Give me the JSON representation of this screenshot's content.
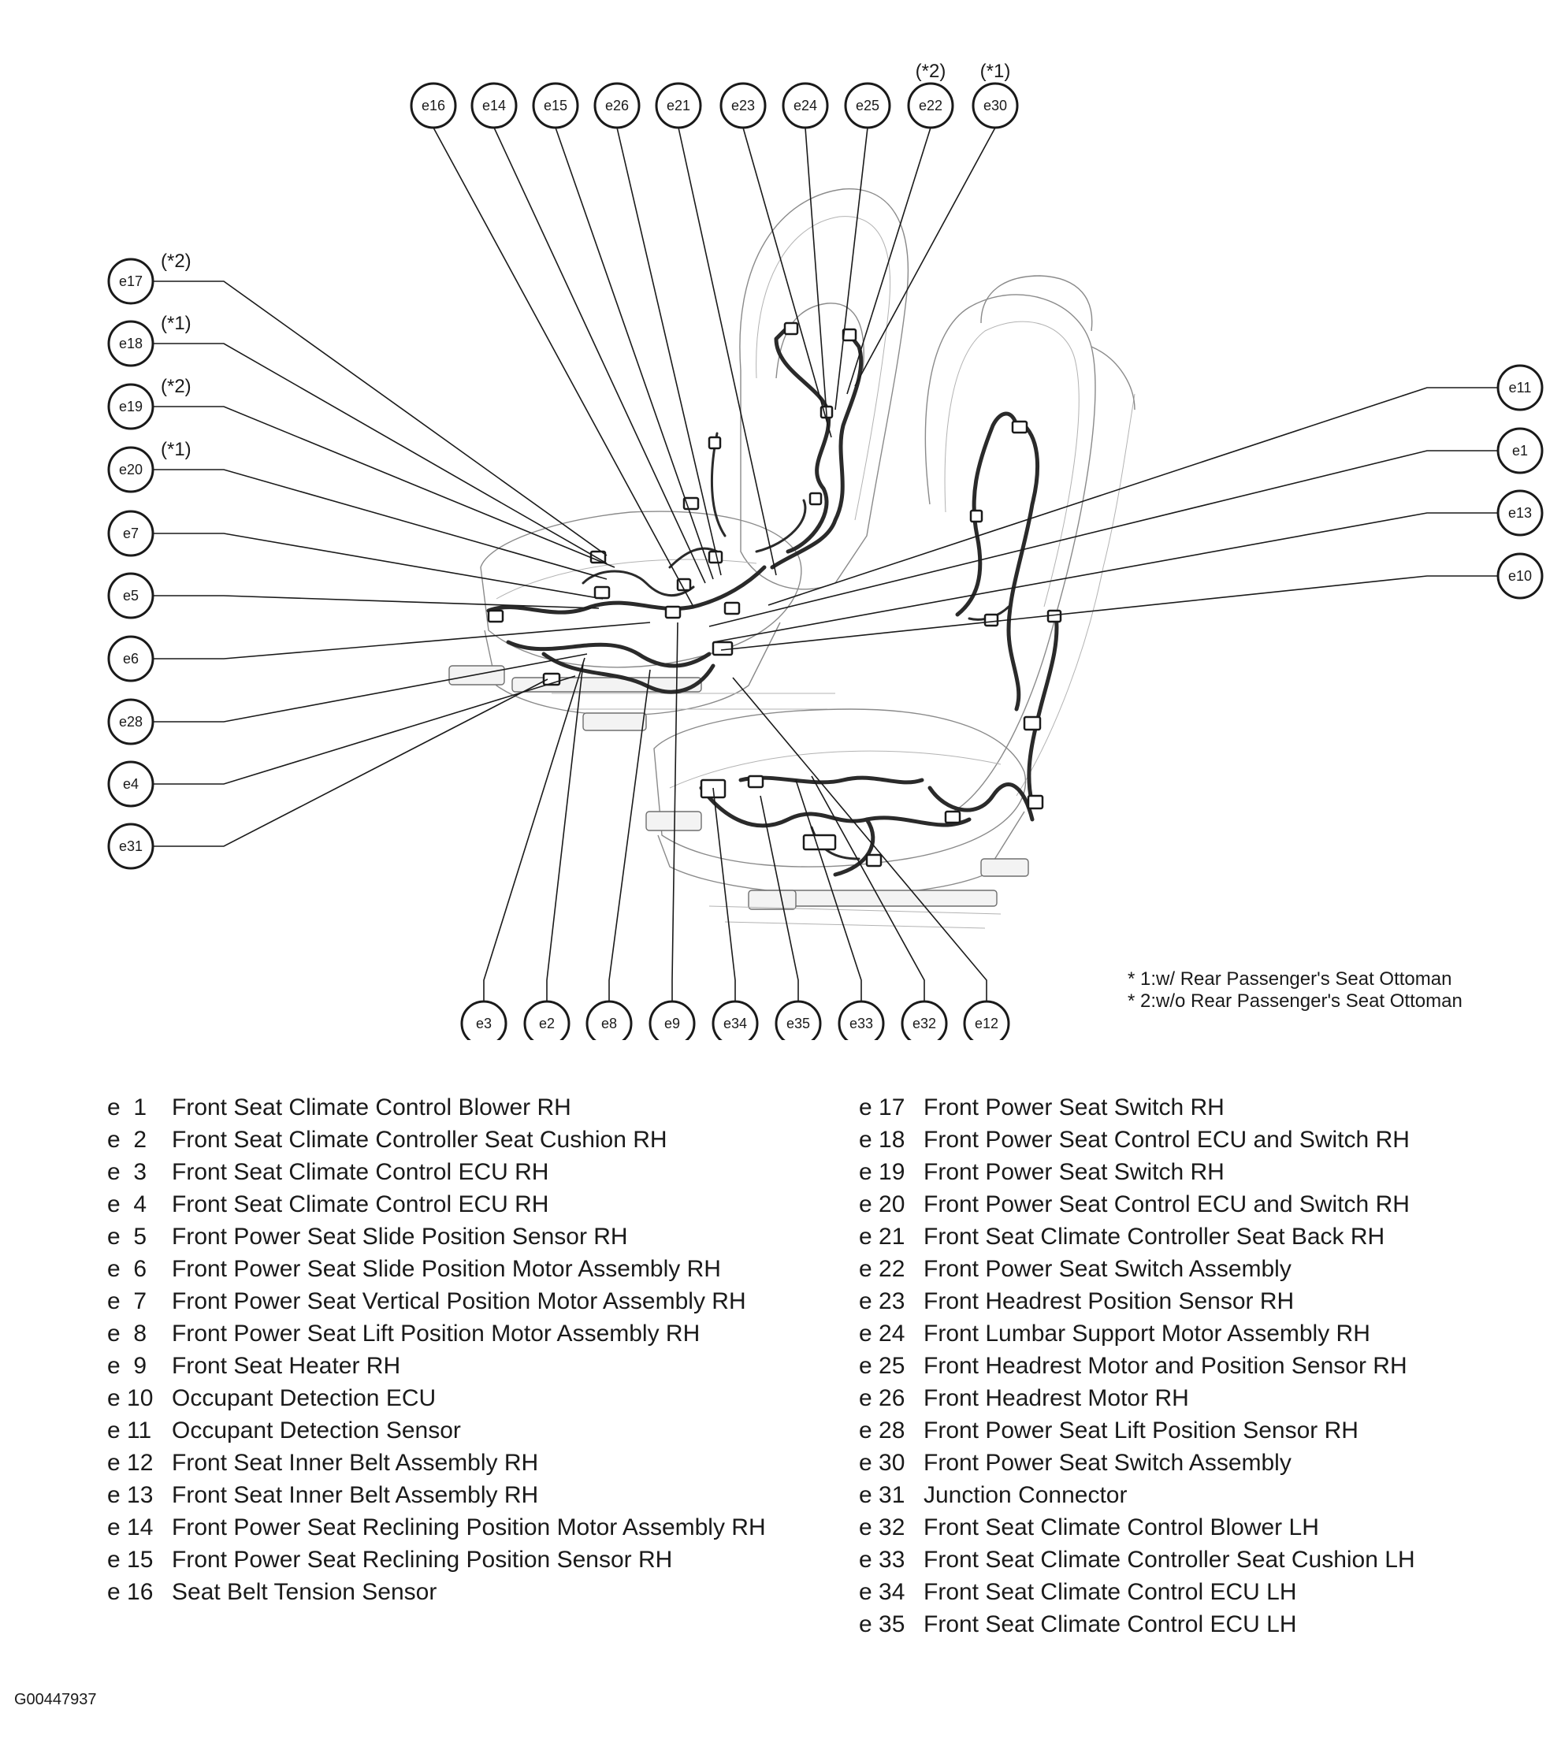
{
  "callouts": {
    "top": [
      {
        "code": "e16",
        "note": ""
      },
      {
        "code": "e14",
        "note": ""
      },
      {
        "code": "e15",
        "note": ""
      },
      {
        "code": "e26",
        "note": ""
      },
      {
        "code": "e21",
        "note": ""
      },
      {
        "code": "e23",
        "note": ""
      },
      {
        "code": "e24",
        "note": ""
      },
      {
        "code": "e25",
        "note": ""
      },
      {
        "code": "e22",
        "note": "(*2)"
      },
      {
        "code": "e30",
        "note": "(*1)"
      }
    ],
    "left": [
      {
        "code": "e17",
        "note": "(*2)"
      },
      {
        "code": "e18",
        "note": "(*1)"
      },
      {
        "code": "e19",
        "note": "(*2)"
      },
      {
        "code": "e20",
        "note": "(*1)"
      },
      {
        "code": "e7",
        "note": ""
      },
      {
        "code": "e5",
        "note": ""
      },
      {
        "code": "e6",
        "note": ""
      },
      {
        "code": "e28",
        "note": ""
      },
      {
        "code": "e4",
        "note": ""
      },
      {
        "code": "e31",
        "note": ""
      }
    ],
    "right": [
      {
        "code": "e11",
        "note": ""
      },
      {
        "code": "e1",
        "note": ""
      },
      {
        "code": "e13",
        "note": ""
      },
      {
        "code": "e10",
        "note": ""
      }
    ],
    "bottom": [
      {
        "code": "e3",
        "note": ""
      },
      {
        "code": "e2",
        "note": ""
      },
      {
        "code": "e8",
        "note": ""
      },
      {
        "code": "e9",
        "note": ""
      },
      {
        "code": "e34",
        "note": ""
      },
      {
        "code": "e35",
        "note": ""
      },
      {
        "code": "e33",
        "note": ""
      },
      {
        "code": "e32",
        "note": ""
      },
      {
        "code": "e12",
        "note": ""
      }
    ]
  },
  "footnotes": [
    "* 1:w/ Rear Passenger's Seat Ottoman",
    "* 2:w/o Rear Passenger's Seat Ottoman"
  ],
  "legend_left": [
    {
      "code": "e  1",
      "name": "Front Seat Climate Control Blower RH"
    },
    {
      "code": "e  2",
      "name": "Front Seat Climate Controller Seat Cushion RH"
    },
    {
      "code": "e  3",
      "name": "Front Seat Climate Control ECU RH"
    },
    {
      "code": "e  4",
      "name": "Front Seat Climate Control ECU RH"
    },
    {
      "code": "e  5",
      "name": "Front Power Seat Slide Position Sensor RH"
    },
    {
      "code": "e  6",
      "name": "Front Power Seat Slide Position Motor Assembly RH"
    },
    {
      "code": "e  7",
      "name": "Front Power Seat Vertical Position Motor Assembly RH"
    },
    {
      "code": "e  8",
      "name": "Front Power Seat Lift Position Motor Assembly RH"
    },
    {
      "code": "e  9",
      "name": "Front Seat Heater RH"
    },
    {
      "code": "e 10",
      "name": "Occupant Detection ECU"
    },
    {
      "code": "e 11",
      "name": "Occupant Detection Sensor"
    },
    {
      "code": "e 12",
      "name": "Front Seat Inner Belt Assembly RH"
    },
    {
      "code": "e 13",
      "name": "Front Seat Inner Belt Assembly RH"
    },
    {
      "code": "e 14",
      "name": "Front Power Seat Reclining Position Motor Assembly RH"
    },
    {
      "code": "e 15",
      "name": "Front Power Seat Reclining Position Sensor RH"
    },
    {
      "code": "e 16",
      "name": "Seat Belt Tension Sensor"
    }
  ],
  "legend_right": [
    {
      "code": "e 17",
      "name": "Front Power Seat Switch RH"
    },
    {
      "code": "e 18",
      "name": "Front Power Seat Control ECU and Switch RH"
    },
    {
      "code": "e 19",
      "name": "Front Power Seat Switch RH"
    },
    {
      "code": "e 20",
      "name": "Front Power Seat Control ECU and Switch RH"
    },
    {
      "code": "e 21",
      "name": "Front Seat Climate Controller Seat Back RH"
    },
    {
      "code": "e 22",
      "name": "Front Power Seat Switch Assembly"
    },
    {
      "code": "e 23",
      "name": "Front Headrest Position Sensor RH"
    },
    {
      "code": "e 24",
      "name": "Front Lumbar Support Motor Assembly RH"
    },
    {
      "code": "e 25",
      "name": "Front Headrest Motor and Position Sensor RH"
    },
    {
      "code": "e 26",
      "name": "Front Headrest Motor RH"
    },
    {
      "code": "e 28",
      "name": "Front Power Seat Lift Position Sensor RH"
    },
    {
      "code": "e 30",
      "name": "Front Power Seat Switch Assembly"
    },
    {
      "code": "e 31",
      "name": "Junction Connector"
    },
    {
      "code": "e 32",
      "name": "Front Seat Climate Control Blower LH"
    },
    {
      "code": "e 33",
      "name": "Front Seat Climate Controller Seat Cushion LH"
    },
    {
      "code": "e 34",
      "name": "Front Seat Climate Control ECU LH"
    },
    {
      "code": "e 35",
      "name": "Front Seat Climate Control ECU LH"
    }
  ],
  "figure_id": "G00447937"
}
